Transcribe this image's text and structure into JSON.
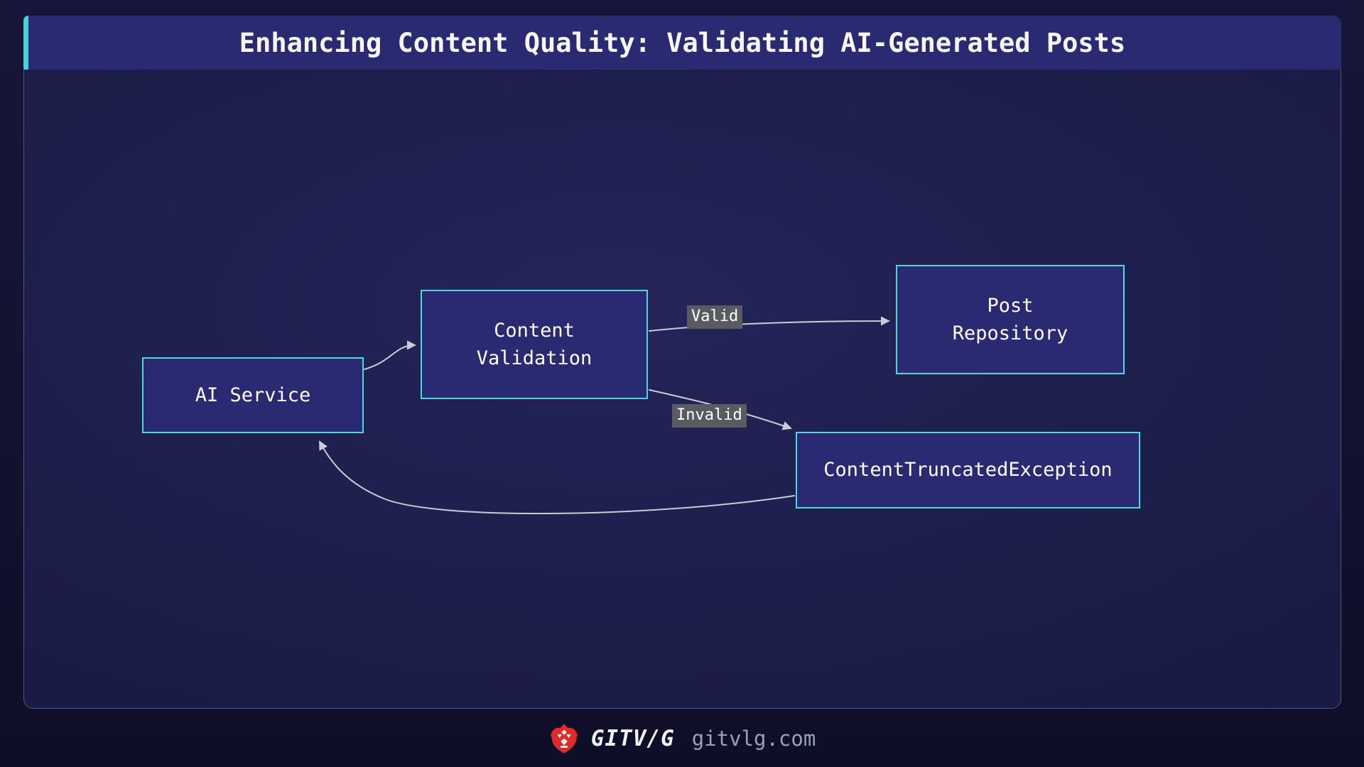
{
  "title_bar": {
    "title": "Enhancing Content Quality: Validating AI-Generated Posts"
  },
  "diagram": {
    "nodes": [
      {
        "id": "ai-service",
        "lines": [
          "AI Service"
        ]
      },
      {
        "id": "content-validation",
        "lines": [
          "Content",
          "Validation"
        ]
      },
      {
        "id": "post-repository",
        "lines": [
          "Post",
          "Repository"
        ]
      },
      {
        "id": "content-truncated-exception",
        "lines": [
          "ContentTruncatedException"
        ]
      }
    ],
    "edges": [
      {
        "from": "ai-service",
        "to": "content-validation",
        "label": ""
      },
      {
        "from": "content-validation",
        "to": "post-repository",
        "label": "Valid"
      },
      {
        "from": "content-validation",
        "to": "content-truncated-exception",
        "label": "Invalid"
      },
      {
        "from": "content-truncated-exception",
        "to": "ai-service",
        "label": ""
      }
    ]
  },
  "footer": {
    "logo_icon": "lion-icon",
    "brand": "GITV/G",
    "site": "gitvlg.com"
  },
  "colors": {
    "node_border": "#4cd7da",
    "node_fill": "#2a2a72",
    "title_bar_bg": "#2a2a72",
    "title_accent": "#3fd6d6",
    "edge_line": "#c9ccd6",
    "edge_label_bg": "#5a5b60",
    "panel_border": "#53548a",
    "logo_red": "#e02a2a"
  }
}
